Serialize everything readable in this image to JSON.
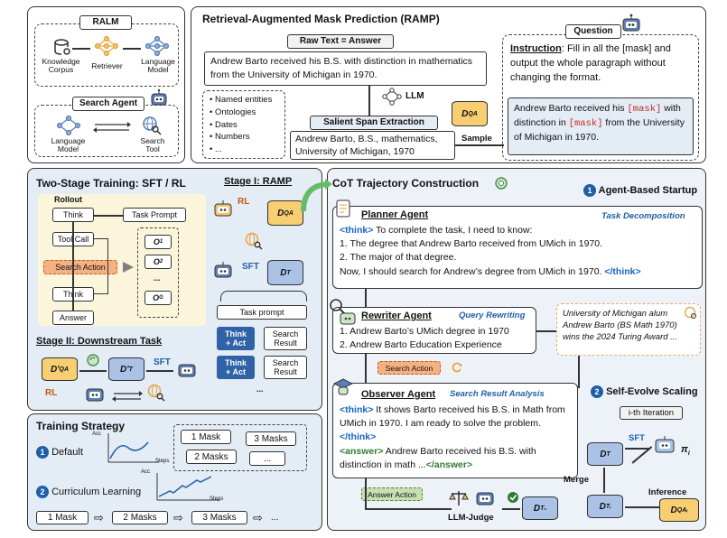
{
  "ralm": {
    "title": "RALM",
    "knowledge_corpus": "Knowledge\nCorpus",
    "retriever": "Retriever",
    "language_model": "Language\nModel",
    "search_agent": "Search Agent",
    "language_model_2": "Language\nModel",
    "search_tool": "Search\nTool"
  },
  "ramp": {
    "title": "Retrieval-Augmented Mask Prediction (RAMP)",
    "raw_text_label": "Raw Text = Answer",
    "raw_text": "Andrew Barto received his B.S. with distinction in mathematics from the University of Michigan in 1970.",
    "llm": "LLM",
    "entity_list": [
      "Named entities",
      "Ontologies",
      "Dates",
      "Numbers",
      "..."
    ],
    "salient": "Salient Span Extraction",
    "salient_text": "Andrew Barto, B.S., mathematics, University of Michigan, 1970",
    "sample": "Sample",
    "dqa": "D",
    "dqa_sub": "QA",
    "question_label": "Question",
    "instruction_head": "Instruction",
    "instruction_text": ": Fill in all the [mask] and output the whole paragraph without changing the format.",
    "masked_1": "Andrew Barto received his ",
    "mask": "[mask]",
    "masked_2": " with distinction in ",
    "masked_3": " from the University of Michigan in 1970."
  },
  "two_stage": {
    "title": "Two-Stage Training: SFT / RL",
    "rollout": "Rollout",
    "think": "Think",
    "task_prompt": "Task Prompt",
    "tool_call": "Tool Call",
    "search_action": "Search Action",
    "think2": "Think",
    "answer": "Answer",
    "o1": "O",
    "o1_sub": "1",
    "o2": "O",
    "o2_sub": "2",
    "odots": "...",
    "og": "O",
    "og_sub": "G",
    "stage1": "Stage I: RAMP",
    "rl": "RL",
    "sft": "SFT",
    "dt": "D",
    "dt_sub": "T",
    "task_prompt_2": "Task prompt",
    "think_act": "Think\n+ Act",
    "search_result": "Search\nResult",
    "think_act_2": "Think\n+ Act",
    "search_result_2": "Search\nResult",
    "more": "...",
    "stage2": "Stage II: Downstream Task",
    "dqa2": "D'",
    "dqa2_sub": "QA",
    "dt2": "D'",
    "dt2_sub": "T",
    "sft2": "SFT",
    "rl2": "RL"
  },
  "training": {
    "title": "Training Strategy",
    "default": "Default",
    "curriculum": "Curriculum Learning",
    "acc": "Acc",
    "steps": "Steps",
    "masks": [
      "1 Mask",
      "3 Masks",
      "2 Masks",
      "..."
    ],
    "curriculum_seq": [
      "1 Mask",
      "2 Masks",
      "3 Masks",
      "..."
    ],
    "num1": "1",
    "num2": "2"
  },
  "cot": {
    "title": "CoT Trajectory Construction",
    "startup_num": "1",
    "startup": "Agent-Based Startup",
    "planner": "Planner Agent",
    "task_decomp": "Task Decomposition",
    "think_open": "<think>",
    "planner_line1": " To complete the task, I need to know:",
    "planner_line2": "1. The degree that Andrew Barto received from UMich in 1970.",
    "planner_line3": "2. The major of that degree.",
    "planner_line4": "Now, I should search for Andrew’s degree from UMich in 1970. ",
    "think_close": "</think>",
    "rewriter": "Rewriter Agent",
    "query_rewrite": "Query Rewriting",
    "rewriter_line1": "1. Andrew Barto’s UMich degree in 1970",
    "rewriter_line2": "2. Andrew Barto Education Experience",
    "search_result_text": "University of Michigan alum Andrew Barto (BS Math 1970) wins the 2024 Turing Award ...",
    "search_action": "Search Action",
    "observer": "Observer Agent",
    "search_analysis": "Search Result Analysis",
    "obs_think": "<think>",
    "obs_line1": " It shows Barto received his B.S. in Math from UMich in 1970. I am ready to solve the problem. ",
    "obs_think_close": "</think>",
    "answer_open": "<answer>",
    "obs_answer": " Andrew Barto received his B.S. with distinction in math ...",
    "answer_close": "</answer>",
    "answer_action": "Answer Action",
    "llm_judge": "LLM-Judge",
    "dt0": "D",
    "dt0_sub": "T₀",
    "evolve_num": "2",
    "evolve": "Self-Evolve Scaling",
    "ith": "i-th Iteration",
    "sft": "SFT",
    "pi": "π",
    "pi_sub": "i",
    "dt": "D",
    "dt_sub": "T",
    "merge": "Merge",
    "inference": "Inference",
    "dti": "D",
    "dti_sub": "Tᵢ",
    "dqai": "D",
    "dqai_sub": "QAᵢ"
  },
  "colors": {
    "panel_blue": "#e4ecf5",
    "db_yellow": "#f7cf72",
    "db_blue": "#a9c2e6",
    "mask_red": "#c62828",
    "accent_blue": "#1f5fa8",
    "search_orange": "#f2a672"
  }
}
